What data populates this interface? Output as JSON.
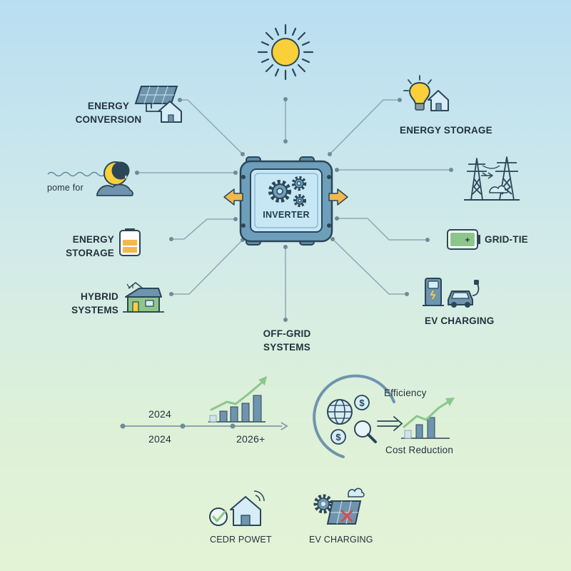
{
  "center": {
    "label": "INVERTER"
  },
  "nodes": {
    "top_left": [
      "ENERGY",
      "CONVERSION"
    ],
    "top_right": "ENERGY STORAGE",
    "mid_left": "pome for",
    "left": [
      "ENERGY",
      "STORAGE"
    ],
    "left_bottom": [
      "HYBRID",
      "SYSTEMS"
    ],
    "bottom": [
      "OFF-GRID",
      "SYSTEMS"
    ],
    "right_mid": "GRID-TIE",
    "right_bottom": "EV CHARGING"
  },
  "timeline": {
    "year_top": "2024",
    "year_bottom": "2024",
    "year_future": "2026+"
  },
  "benefits": {
    "efficiency": "Efficiency",
    "cost_reduction": "Cost Reduction"
  },
  "footer": {
    "left": "CEDR POWET",
    "right": "EV CHARGING"
  },
  "icons": {
    "sun": "sun-icon",
    "inverter": "inverter-icon",
    "solar_house": "solar-panel-house-icon",
    "bulb_house": "lightbulb-house-icon",
    "moon_wave": "moon-night-icon",
    "grid_tower": "transmission-tower-icon",
    "battery_vertical": "battery-icon",
    "battery_horizontal": "battery-icon",
    "hybrid_house": "house-icon",
    "ev_charger": "ev-charger-car-icon",
    "growth_chart": "growth-bar-chart-icon",
    "globe_money": "globe-dollar-icon",
    "check_house": "check-house-icon",
    "gear_panel": "gear-solar-panel-icon"
  },
  "colors": {
    "line": "#8fa8b3",
    "dot": "#6f8b97",
    "accent_yellow": "#f9cf3a",
    "arrow_orange": "#f2b84b",
    "inverter_body": "#5b8fab",
    "inverter_screen": "#c8e7f5",
    "navy": "#2b4657",
    "green": "#8cc68b",
    "steel_blue": "#6f94ad",
    "red_x": "#e0484b"
  }
}
